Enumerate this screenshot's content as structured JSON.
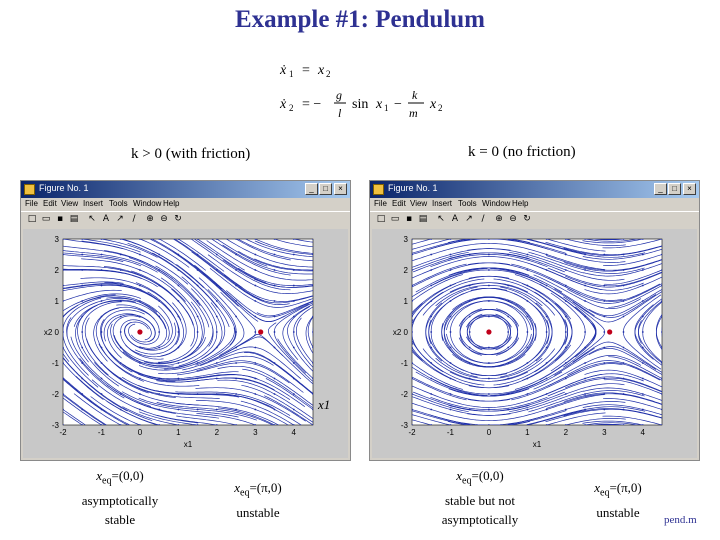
{
  "page": {
    "title": "Example #1: Pendulum",
    "footer_link": "pend.m",
    "left_heading": "k > 0 (with friction)",
    "right_heading": "k = 0 (no friction)"
  },
  "equations": {
    "line1": "ẋ₁ = x₂",
    "line2": "ẋ₂ = −(g/l) sin x₁ − (k/m) x₂"
  },
  "window": {
    "title": "Figure No. 1",
    "menu": [
      "File",
      "Edit",
      "View",
      "Insert",
      "Tools",
      "Window",
      "Help"
    ],
    "buttons": [
      "_",
      "□",
      "×"
    ]
  },
  "left_plot": {
    "x2_label": "x2",
    "x1_label": "x1",
    "ylabels_left": [
      "3",
      "2",
      "1",
      "x2 0",
      "-1",
      "-2",
      "-3"
    ],
    "xlabels_bottom": [
      "-2",
      "-1",
      "0",
      "1",
      "2",
      "3",
      "4"
    ],
    "xaxis_name": "x1",
    "equilibria": [
      {
        "x1": 0,
        "x2": 0
      },
      {
        "x1": 3.14,
        "x2": 0
      }
    ]
  },
  "right_plot": {
    "ylabels_left": [
      "3",
      "2",
      "1",
      "x2 0",
      "-1",
      "-2",
      "-3"
    ],
    "xlabels_bottom": [
      "-2",
      "-1",
      "0",
      "1",
      "2",
      "3",
      "4"
    ],
    "xaxis_name": "x1",
    "equilibria": [
      {
        "x1": 0,
        "x2": 0
      },
      {
        "x1": 3.14,
        "x2": 0
      }
    ]
  },
  "captions": {
    "c1_eq": "xeq=(0,0)",
    "c1_desc1": "asymptotically",
    "c1_desc2": "stable",
    "c2_eq": "xeq=(π,0)",
    "c2_desc1": "unstable",
    "c3_eq": "xeq=(0,0)",
    "c3_desc1": "stable but not",
    "c3_desc2": "asymptotically",
    "c4_eq": "xeq=(π,0)",
    "c4_desc1": "unstable"
  },
  "colors": {
    "title": "#2e3192",
    "streamline": "#1f2fa8",
    "equilibrium": "#c0001a",
    "plot_bg": "#ffffff"
  }
}
